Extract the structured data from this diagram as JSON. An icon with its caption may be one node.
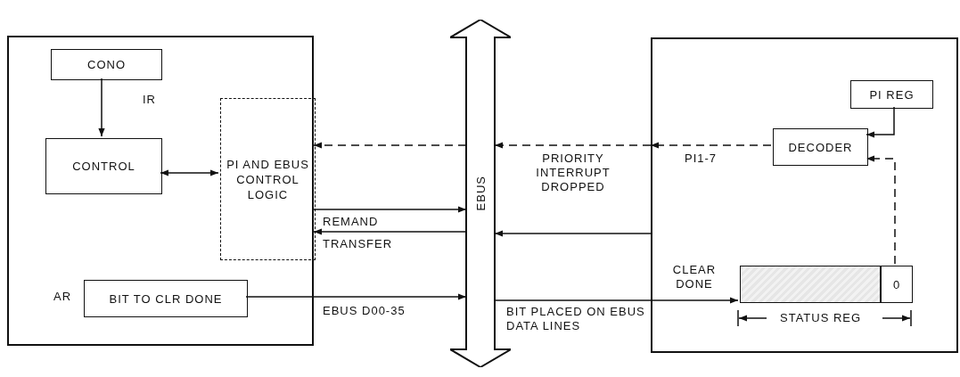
{
  "diagram": {
    "nodes": [
      {
        "text": [],
        "shape": "box"
      },
      {
        "text": [
          "CONO"
        ],
        "in": 0
      },
      {
        "text": [
          "CONTROL"
        ],
        "in": 0
      },
      {
        "text": [
          "PI AND EBUS CONTROL LOGIC"
        ],
        "in": 0
      },
      {
        "text": [
          "BIT TO CLR DONE"
        ],
        "in": 0,
        "beside": [
          "AR"
        ]
      },
      {
        "text": [
          "EBUS"
        ]
      },
      {
        "text": [],
        "shape": "box"
      },
      {
        "text": [
          "PI REG"
        ],
        "in": 6
      },
      {
        "text": [
          "DECODER"
        ],
        "in": 6
      },
      {
        "text": [],
        "shape": "bar",
        "in": 6,
        "beside": [
          "STATUS REG"
        ]
      },
      {
        "text": [
          "0"
        ],
        "in": 6
      }
    ],
    "edges": [
      {
        "from": 1,
        "to": 2,
        "arrow": "to",
        "label": "IR"
      },
      {
        "from": 2,
        "to": 3,
        "arrow": "both"
      },
      {
        "from": 5,
        "to": 3,
        "arrow": "to",
        "style": "dashed"
      },
      {
        "from": 3,
        "to": 5,
        "arrow": "to",
        "label": "REMAND"
      },
      {
        "from": 5,
        "to": 3,
        "arrow": "to",
        "label": "TRANSFER"
      },
      {
        "from": 4,
        "to": 5,
        "arrow": "to",
        "label": "EBUS D00-35"
      },
      {
        "from": 7,
        "to": 8,
        "arrow": "to"
      },
      {
        "from": 10,
        "to": 8,
        "arrow": "to",
        "style": "dashed"
      },
      {
        "from": 8,
        "to": 6,
        "arrow": "to",
        "style": "dashed",
        "label": "PI1-7"
      },
      {
        "from": 6,
        "to": 5,
        "arrow": "to",
        "style": "dashed",
        "label": "PRIORITY INTERRUPT DROPPED"
      },
      {
        "from": 6,
        "to": 5,
        "arrow": "to"
      },
      {
        "from": 5,
        "to": 6,
        "arrow": "none",
        "label": "BIT PLACED ON EBUS DATA LINES"
      },
      {
        "from": 6,
        "to": 9,
        "arrow": "to",
        "label": "CLEAR DONE"
      }
    ]
  }
}
